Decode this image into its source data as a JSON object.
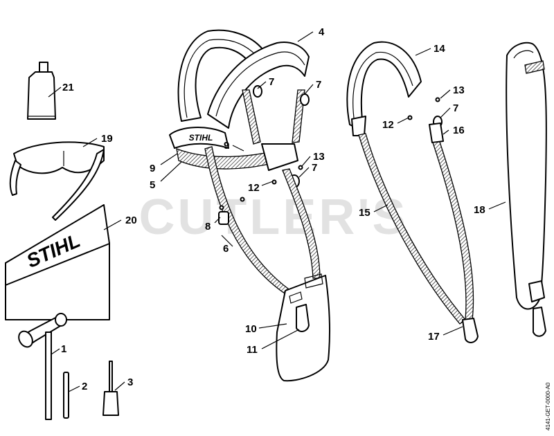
{
  "watermark": "CUTLER'S",
  "drawing_code": "4141-GET-0000-A0",
  "brand_labels": [
    "STIHL",
    "STIHL"
  ],
  "callouts": [
    "1",
    "2",
    "3",
    "4",
    "5",
    "6",
    "7",
    "7",
    "7",
    "7",
    "8",
    "9",
    "9",
    "10",
    "11",
    "12",
    "12",
    "13",
    "13",
    "14",
    "15",
    "16",
    "17",
    "18",
    "19",
    "20",
    "21"
  ]
}
